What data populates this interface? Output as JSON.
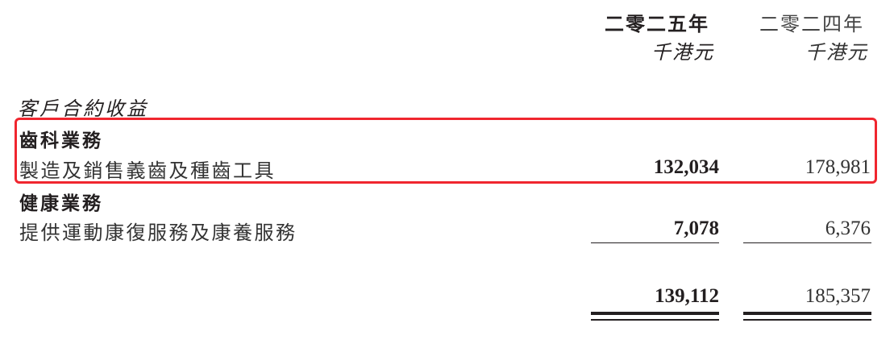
{
  "header": {
    "columns": [
      {
        "year": "二零二五年",
        "unit": "千港元"
      },
      {
        "year": "二零二四年",
        "unit": "千港元"
      }
    ]
  },
  "section_title": "客戶合約收益",
  "groups": [
    {
      "title": "齒科業務",
      "items": [
        {
          "label": "製造及銷售義齒及種齒工具",
          "values": [
            "132,034",
            "178,981"
          ]
        }
      ]
    },
    {
      "title": "健康業務",
      "items": [
        {
          "label": "提供運動康復服務及康養服務",
          "values": [
            "7,078",
            "6,376"
          ]
        }
      ]
    }
  ],
  "total": {
    "values": [
      "139,112",
      "185,357"
    ]
  },
  "highlight": {
    "color": "#f0262f",
    "target": "齒科業務"
  }
}
